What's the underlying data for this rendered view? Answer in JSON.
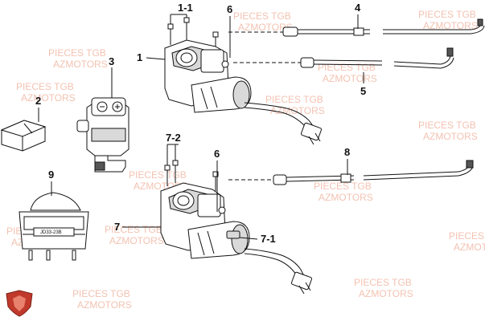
{
  "callouts": {
    "c1_1": "1-1",
    "c6a": "6",
    "c4": "4",
    "c1": "1",
    "c3": "3",
    "c5": "5",
    "c2": "2",
    "c7_2": "7-2",
    "c6b": "6",
    "c8": "8",
    "c9": "9",
    "c7": "7",
    "c7_1": "7-1"
  },
  "watermark": {
    "line1": "PIECES TGB",
    "line2": "AZMOTORS"
  },
  "switch_marking": "JD33-23B",
  "logo": {
    "name": "azmotors-shield-logo",
    "color": "#c0392b"
  }
}
